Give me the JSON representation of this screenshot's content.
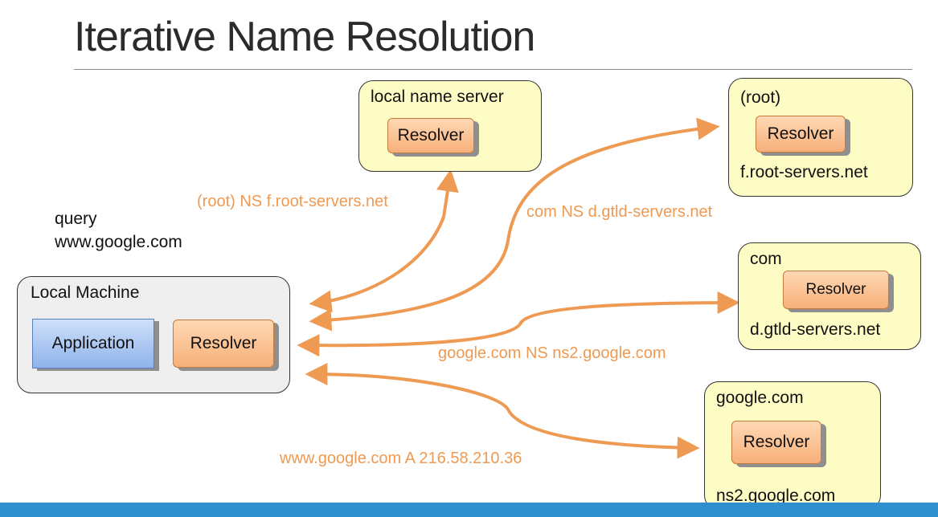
{
  "title": "Iterative Name Resolution",
  "query": {
    "line1": "query",
    "line2": "www.google.com"
  },
  "local_machine": {
    "label": "Local Machine",
    "application_label": "Application",
    "resolver_label": "Resolver"
  },
  "servers": {
    "local": {
      "label": "local name server",
      "resolver_label": "Resolver"
    },
    "root": {
      "label": "(root)",
      "resolver_label": "Resolver",
      "host": "f.root-servers.net"
    },
    "com": {
      "label": "com",
      "resolver_label": "Resolver",
      "host": "d.gtld-servers.net"
    },
    "google": {
      "label": "google.com",
      "resolver_label": "Resolver",
      "host": "ns2.google.com"
    }
  },
  "responses": {
    "root_ns": "(root) NS f.root-servers.net",
    "com_ns": "com NS d.gtld-servers.net",
    "google_ns": "google.com NS ns2.google.com",
    "a_record": "www.google.com A 216.58.210.36"
  },
  "colors": {
    "arrow": "#ee9a52",
    "server_fill": "#fdfcc4",
    "machine_fill": "#efefef",
    "resolver_fill": "#f7b07a",
    "application_fill": "#8fb3ea",
    "bottom_bar": "#2f8fcf"
  }
}
